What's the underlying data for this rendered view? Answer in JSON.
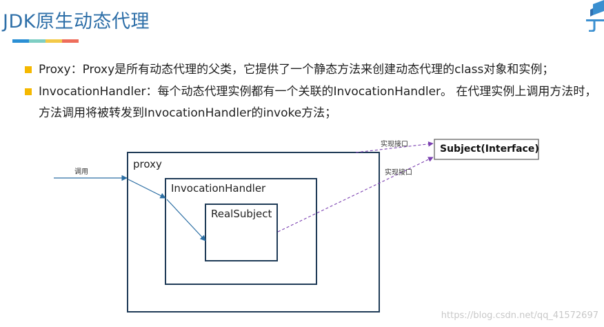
{
  "header": {
    "title": "JDK原生动态代理",
    "accent_colors": [
      "#2a8fd4",
      "#7ecec3",
      "#f3c948",
      "#ee6d5b"
    ]
  },
  "bullets": [
    {
      "text": "Proxy：Proxy是所有动态代理的父类，它提供了一个静态方法来创建动态代理的class对象和实例；"
    },
    {
      "text": "InvocationHandler：每个动态代理实例都有一个关联的InvocationHandler。 在代理实例上调用方法时，方法调用将被转发到InvocationHandler的invoke方法；"
    }
  ],
  "diagram": {
    "boxes": {
      "proxy": "proxy",
      "invocation_handler": "InvocationHandler",
      "real_subject": "RealSubject",
      "subject": "Subject(Interface)"
    },
    "edges": {
      "call": "调用",
      "implements_top": "实现接口",
      "implements_bottom": "实现接口"
    },
    "colors": {
      "box_border": "#1f3b57",
      "solid_arrow": "#2b6ea3",
      "dashed_arrow": "#7a3fb0"
    }
  },
  "watermark": "https://blog.csdn.net/qq_41572697"
}
